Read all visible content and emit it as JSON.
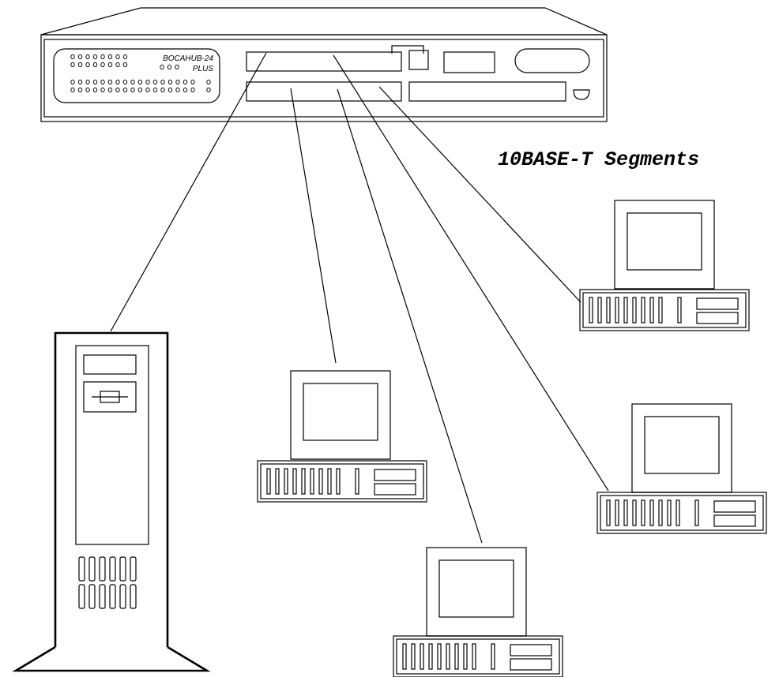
{
  "hub": {
    "model_line1": "BOCAHUB-24",
    "model_line2": "PLUS"
  },
  "segments_label": "10BASE-T Segments",
  "nodes": [
    {
      "type": "server"
    },
    {
      "type": "workstation"
    },
    {
      "type": "workstation"
    },
    {
      "type": "workstation"
    },
    {
      "type": "workstation"
    }
  ],
  "colors": {
    "line": "#000000",
    "background": "#ffffff"
  }
}
